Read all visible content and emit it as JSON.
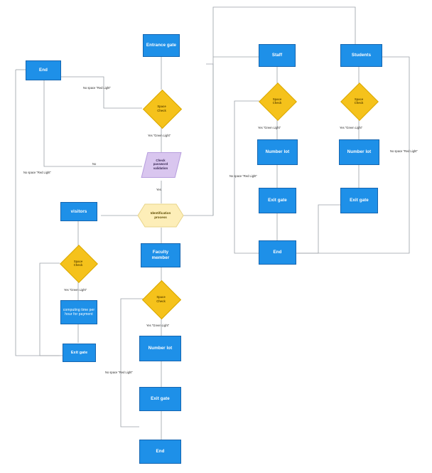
{
  "diagram": {
    "title": "Campus Parking Management Flowchart",
    "type": "flowchart",
    "colors": {
      "process_fill": "#1e90e8",
      "process_text": "#ffffff",
      "decision_fill": "#f5c21b",
      "decision_text": "#6b5000",
      "hexagon_fill": "#fdeeb8",
      "parallelogram_fill": "#d9c6ef",
      "connector": "#9aa0a6",
      "background": "#ffffff"
    }
  },
  "nodes": {
    "entrance_gate": "Entrance gate",
    "space_check_entrance": "Space\nCheck",
    "check_password": "Check\npassword\nvalidation",
    "identification": "Identification\nprocess",
    "end_top_left": "End",
    "visitors": "visitors",
    "space_check_visitors": "Space\nCheck",
    "computing_time": "computing time per\nhour for payment",
    "exit_gate_visitors": "Exit gate",
    "faculty_member": "Faculty\nmember",
    "space_check_faculty": "Space\nCheck",
    "number_lot_faculty": "Number lot",
    "exit_gate_faculty": "Exit gate",
    "end_faculty": "End",
    "staff": "Staff",
    "space_check_staff": "Space\nCheck",
    "number_lot_staff": "Number lot",
    "exit_gate_staff": "Exit gate",
    "end_staff": "End",
    "students": "Students",
    "space_check_students": "Space\nCheck",
    "number_lot_students": "Number lot",
    "exit_gate_students": "Exit gate"
  },
  "edge_labels": {
    "entrance_no_space": "No space \"Red Light\"",
    "entrance_yes": "Yes \"Green Light\"",
    "password_no": "No",
    "password_no_space": "No space \"Red Light\"",
    "password_yes": "Yes",
    "visitors_yes": "Yes \"Green Light\"",
    "faculty_yes": "Yes \"Green Light\"",
    "faculty_no_space": "No space \"Red Light\"",
    "staff_yes": "Yes \"Green Light\"",
    "staff_no_space": "No space \"Red Light\"",
    "students_yes": "Yes \"Green Light\"",
    "students_no_space": "No space \"Red Light\""
  }
}
